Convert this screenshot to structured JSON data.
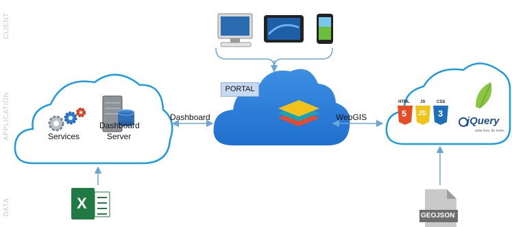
{
  "layers": {
    "client": "CLIENT",
    "application": "APPLICATION",
    "data": "DATA"
  },
  "left_cloud": {
    "services_label": "Services",
    "server_label_line1": "Dashboard",
    "server_label_line2": "Server"
  },
  "center_cloud": {
    "portal_label": "PORTAL"
  },
  "connectors": {
    "left_label": "Dashboard",
    "right_label": "WebGIS"
  },
  "right_cloud": {
    "html_label": "HTML",
    "js_label": "JS",
    "css_label": "CSS",
    "html_number": "5",
    "js_number": "JS",
    "css_number": "3",
    "jquery_label": "jQuery",
    "jquery_tagline": "write less, do more."
  },
  "data_sources": {
    "excel_letter": "X",
    "geojson_label": "GEOJSON"
  },
  "colors": {
    "cloud_stroke": "#1e9be0",
    "portal_fill": "#2f7fd8",
    "portal_tab": "#c6d9f1",
    "arrow": "#6aa6d8",
    "excel_green": "#1f7a44",
    "html_orange": "#e44d26",
    "js_yellow": "#f0c419",
    "css_blue": "#1e6fb9"
  }
}
